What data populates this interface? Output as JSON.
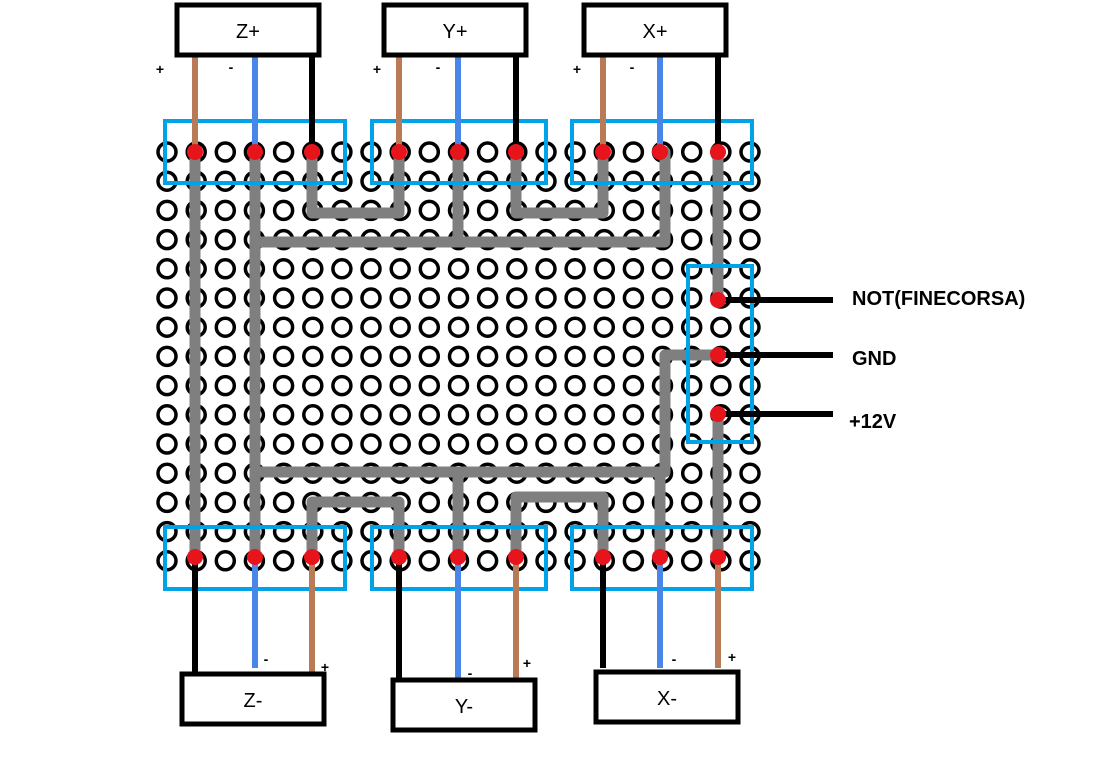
{
  "connectors": {
    "top": [
      {
        "label": "Z+",
        "pins": [
          "+",
          "-"
        ]
      },
      {
        "label": "Y+",
        "pins": [
          "+",
          "-"
        ]
      },
      {
        "label": "X+",
        "pins": [
          "+",
          "-"
        ]
      }
    ],
    "bottom": [
      {
        "label": "Z-",
        "pins": [
          "-",
          "+"
        ]
      },
      {
        "label": "Y-",
        "pins": [
          "-",
          "+"
        ]
      },
      {
        "label": "X-",
        "pins": [
          "-",
          "+"
        ]
      }
    ]
  },
  "outputs": [
    {
      "label": "NOT(FINECORSA)"
    },
    {
      "label": "GND"
    },
    {
      "label": "+12V"
    }
  ],
  "colors": {
    "board_hole": "#000000",
    "pad": "#e8141c",
    "trace": "#7f7f7f",
    "wire_positive": "#b97a57",
    "wire_negative": "#4a86e8",
    "wire_signal": "#000000",
    "header_outline": "#00a2e8"
  }
}
